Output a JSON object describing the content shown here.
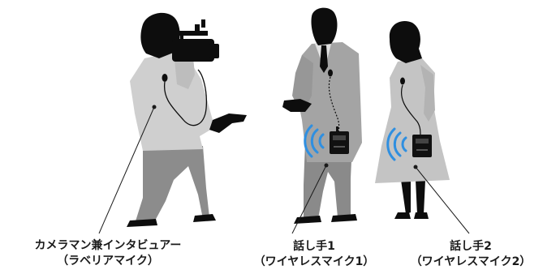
{
  "labels": {
    "camera_person": {
      "line1": "カメラマン兼インタビュアー",
      "line2": "（ラベリアマイク）"
    },
    "speaker1": {
      "line1": "話し手1",
      "line2": "（ワイヤレスマイク1）"
    },
    "speaker2": {
      "line1": "話し手2",
      "line2": "（ワイヤレスマイク2）"
    }
  },
  "colors": {
    "silhouette": "#0d0d0d",
    "jacket_light": "#cfcfcf",
    "pants_grey": "#8c8c8c",
    "suit_grey": "#a4a4a4",
    "suit_shadow": "#8a8a8a",
    "dress_grey": "#c4c4c4",
    "wireless_blue": "#2f8fe0",
    "leader_line": "#1a1a1a"
  },
  "icons": [
    "video-camera-icon",
    "lavalier-mic-icon",
    "wireless-transmitter-icon",
    "wireless-signal-icon"
  ]
}
